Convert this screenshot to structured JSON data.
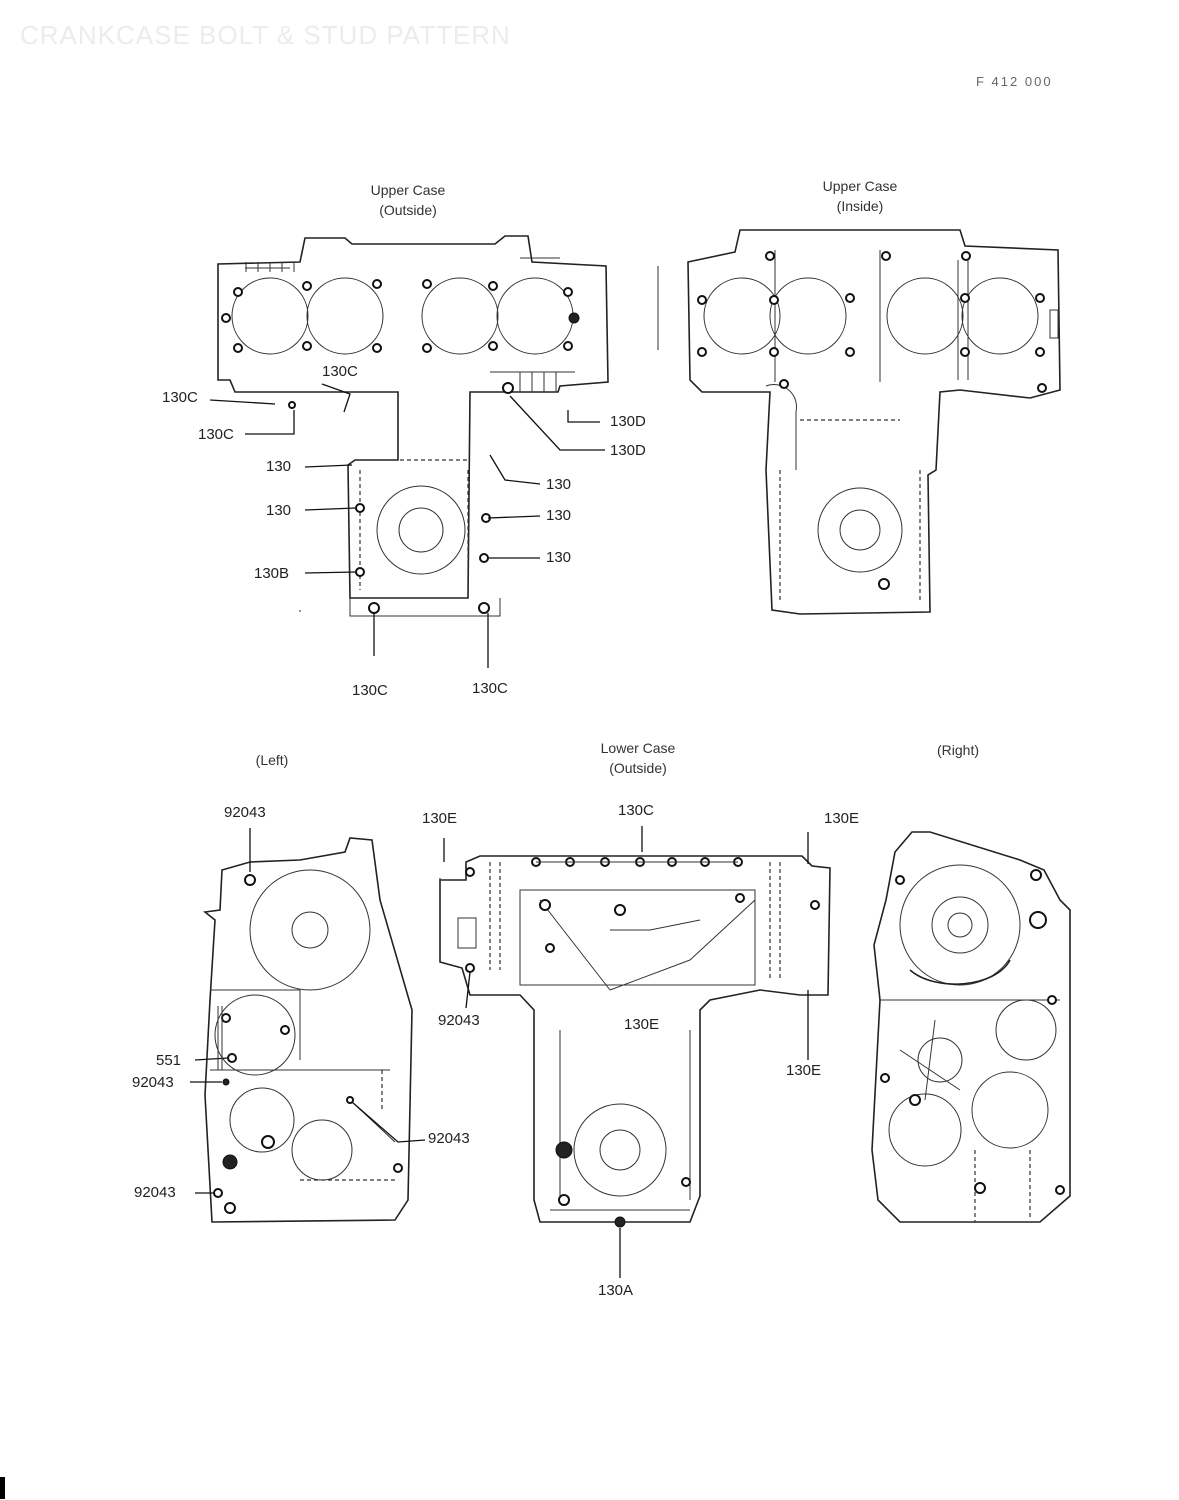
{
  "page": {
    "faint_title": "CRANKCASE BOLT & STUD PATTERN",
    "code": "F 412 000"
  },
  "headings": {
    "upper_outside": [
      "Upper Case",
      "(Outside)"
    ],
    "upper_inside": [
      "Upper Case",
      "(Inside)"
    ],
    "lower_outside": [
      "Lower Case",
      "(Outside)"
    ],
    "left": "(Left)",
    "right": "(Right)"
  },
  "labels": {
    "u1": "130C",
    "u2": "130C",
    "u3": "130C",
    "u4": "130",
    "u5": "130",
    "u6": "130B",
    "u7": "130C",
    "u8": "130C",
    "u9": "130D",
    "u10": "130D",
    "u11": "130",
    "u12": "130",
    "u13": "130",
    "l1": "92043",
    "l2": "551",
    "l3": "92043",
    "l4": "92043",
    "l5": "92043",
    "m1": "130E",
    "m2": "130C",
    "m3": "130E",
    "m4": "92043",
    "m5": "130E",
    "m6": "130E",
    "m7": "130A"
  }
}
